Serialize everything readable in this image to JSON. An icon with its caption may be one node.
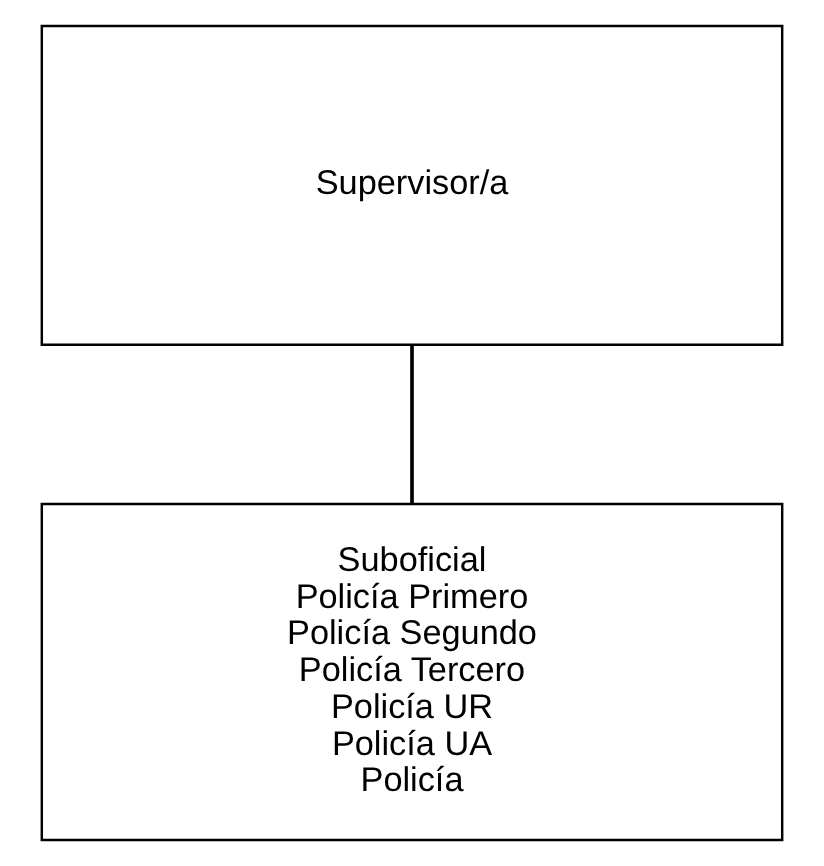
{
  "diagram": {
    "nodes": [
      {
        "text": [
          "Supervisor/a"
        ]
      },
      {
        "text": [
          "Suboficial",
          "Policía Primero",
          "Policía Segundo",
          "Policía Tercero",
          "Policía UR",
          "Policía UA",
          "Policía"
        ]
      }
    ],
    "edges": [
      {
        "from": 0,
        "to": 1,
        "arrow": "none"
      }
    ]
  }
}
